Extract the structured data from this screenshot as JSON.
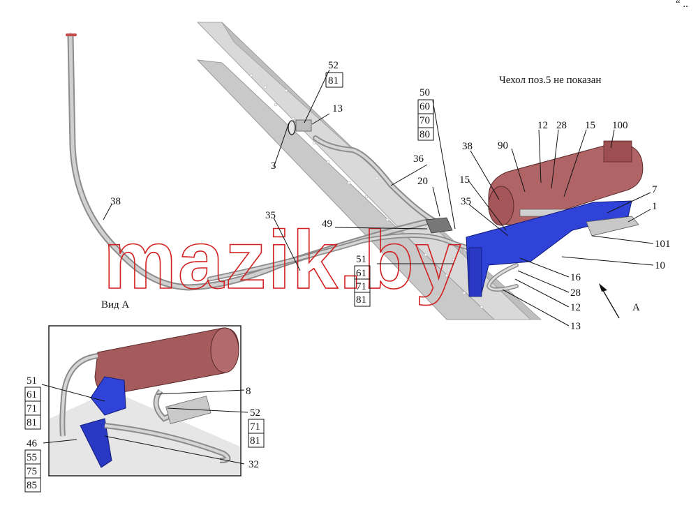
{
  "caption_top": "Чехол поз.5 не показан",
  "caption_view": "Вид А",
  "view_arrow_label": "А",
  "watermark": "mazik.by",
  "corner_mark": "“ ..",
  "colors": {
    "frame_rail": "#d8d8d8",
    "tube": "#b9b9b9",
    "heater_body": "#a8585a",
    "bracket_blue": "#2a3bd6",
    "watermark": "#d21f1f",
    "inset_border": "#222222"
  },
  "callouts": {
    "c52a": "52",
    "c81a": "81",
    "c13a": "13",
    "c3": "3",
    "c50": "50",
    "c60": "60",
    "c70": "70",
    "c80": "80",
    "c36": "36",
    "c20": "20",
    "c49": "49",
    "c35a": "35",
    "c38a": "38",
    "c51a": "51",
    "c61a": "61",
    "c71a": "71",
    "c81b": "81",
    "c38b": "38",
    "c90": "90",
    "c12a": "12",
    "c28a": "28",
    "c15a": "15",
    "c100": "100",
    "c15b": "15",
    "c35b": "35",
    "c7": "7",
    "c1": "1",
    "c101": "101",
    "c10": "10",
    "c16": "16",
    "c28b": "28",
    "c12b": "12",
    "c13b": "13",
    "i51": "51",
    "i61": "61",
    "i71": "71",
    "i81": "81",
    "i8": "8",
    "i52": "52",
    "i71b": "71",
    "i81b": "81",
    "i46": "46",
    "i55": "55",
    "i75": "75",
    "i85": "85",
    "i32": "32"
  }
}
